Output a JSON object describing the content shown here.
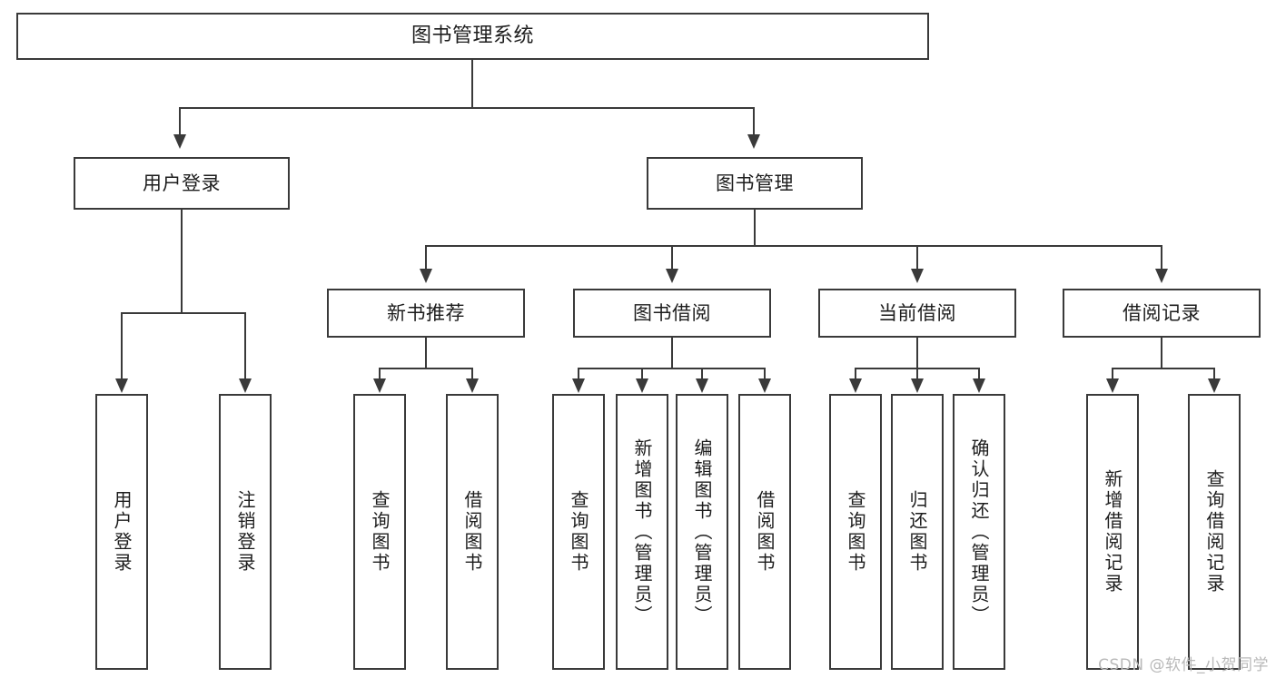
{
  "diagram": {
    "title": "图书管理系统",
    "type": "tree",
    "watermark": "CSDN @软件_小贺同学",
    "colors": {
      "stroke": "#3a3a3a",
      "fill": "#ffffff",
      "text": "#1d1d1d",
      "watermark": "#b9b9b9"
    },
    "root": {
      "label": "图书管理系统"
    },
    "level1": [
      {
        "label": "用户登录"
      },
      {
        "label": "图书管理"
      }
    ],
    "level2": [
      {
        "label": "新书推荐"
      },
      {
        "label": "图书借阅"
      },
      {
        "label": "当前借阅"
      },
      {
        "label": "借阅记录"
      }
    ],
    "leaves": {
      "user_login": [
        {
          "label": "用户登录"
        },
        {
          "label": "注销登录"
        }
      ],
      "new_book": [
        {
          "label": "查询图书"
        },
        {
          "label": "借阅图书"
        }
      ],
      "book_borrow": [
        {
          "label": "查询图书"
        },
        {
          "label": "新增图书（管理员）"
        },
        {
          "label": "编辑图书（管理员）"
        },
        {
          "label": "借阅图书"
        }
      ],
      "current_borrow": [
        {
          "label": "查询图书"
        },
        {
          "label": "归还图书"
        },
        {
          "label": "确认归还（管理员）"
        }
      ],
      "borrow_record": [
        {
          "label": "新增借阅记录"
        },
        {
          "label": "查询借阅记录"
        }
      ]
    }
  }
}
